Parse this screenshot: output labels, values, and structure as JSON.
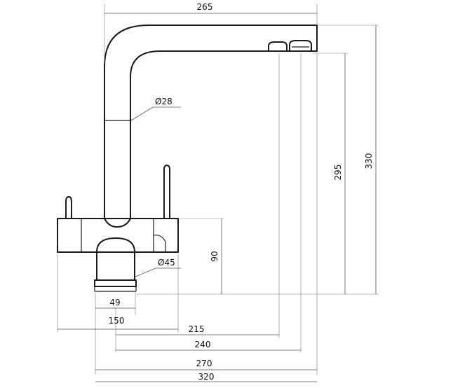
{
  "dimensions": {
    "spout_reach": "265",
    "tube_diameter": "Ø28",
    "base_diameter": "Ø45",
    "base_width": "49",
    "handle_span": "150",
    "outlet_1_reach": "215",
    "outlet_2_reach": "240",
    "outlet_3_reach": "270",
    "overall_width": "320",
    "body_height": "90",
    "outlet_height": "295",
    "overall_height": "330"
  }
}
